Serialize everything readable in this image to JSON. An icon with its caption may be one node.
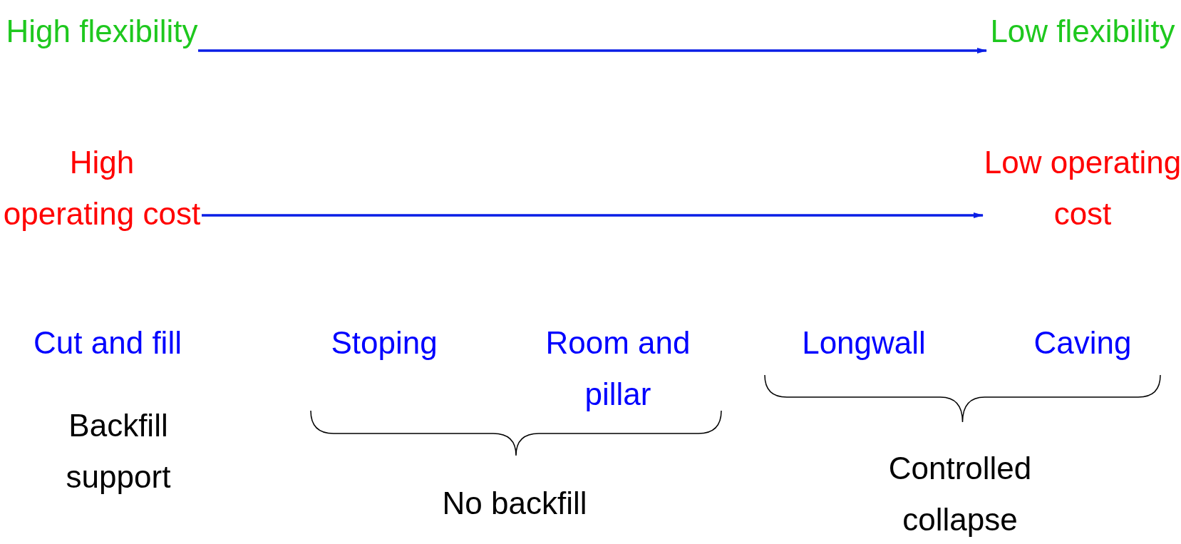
{
  "diagram": {
    "nodes": [
      {
        "text": [
          "High flexibility"
        ]
      },
      {
        "text": [
          "Low flexibility"
        ]
      },
      {
        "text": [
          "High operating cost"
        ]
      },
      {
        "text": [
          "Low operating cost"
        ]
      }
    ],
    "edges": [
      {
        "from": 0,
        "to": 1,
        "arrow": "to"
      },
      {
        "from": 2,
        "to": 3,
        "arrow": "to"
      }
    ],
    "labels": [
      "Cut and fill",
      "Stoping",
      "Room and pillar",
      "Longwall",
      "Caving",
      "Backfill support",
      "No backfill",
      "Controlled collapse"
    ]
  }
}
